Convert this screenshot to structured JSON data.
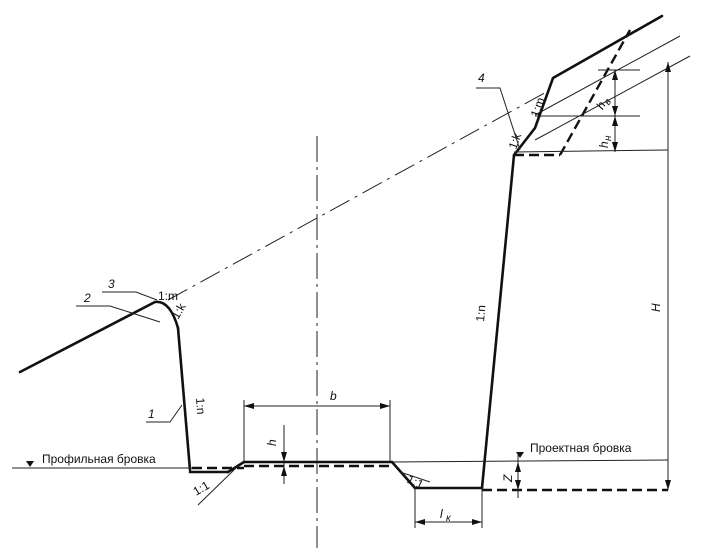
{
  "labels": {
    "profile_edge": "Профильная бровка",
    "design_edge": "Проектная бровка",
    "callout_1": "1",
    "callout_2": "2",
    "callout_3": "3",
    "callout_4": "4",
    "slope_1m_left": "1:m",
    "slope_1k_left": "1:k",
    "slope_1n_left": "1:n",
    "slope_11_left": "1:1",
    "slope_11_right": "1:1",
    "slope_1n_right": "1:n",
    "slope_1m_right": "1:m",
    "slope_1k_right": "1:k",
    "dim_b": "b",
    "dim_h": "h",
    "dim_z": "Z",
    "dim_H": "H",
    "dim_lk": "l",
    "dim_lk_sub": "к",
    "dim_hv": "h",
    "dim_hv_sub": "в",
    "dim_hn": "h",
    "dim_hn_sub": "н"
  }
}
